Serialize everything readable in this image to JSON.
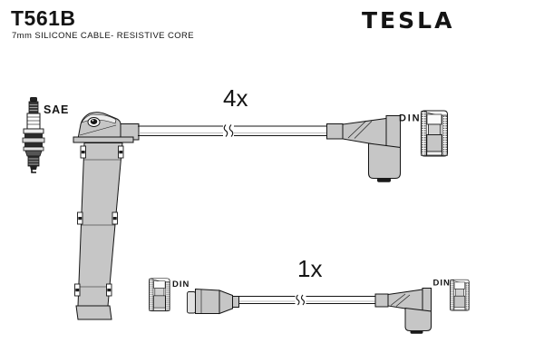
{
  "header": {
    "part_number": "T561B",
    "description": "7mm SILICONE CABLE- RESISTIVE CORE",
    "brand": "TESLA"
  },
  "diagram": {
    "spark_plug_terminal_label": "SAE",
    "set_4x": {
      "quantity": "4x",
      "terminal_label": "DIN"
    },
    "set_1x": {
      "quantity": "1x",
      "left_terminal_label": "DIN",
      "right_terminal_label": "DIN"
    }
  },
  "colors": {
    "background": "#ffffff",
    "ink": "#141414",
    "boot_fill": "#c6c6c6",
    "logo_gray": "#8d8d8d"
  }
}
